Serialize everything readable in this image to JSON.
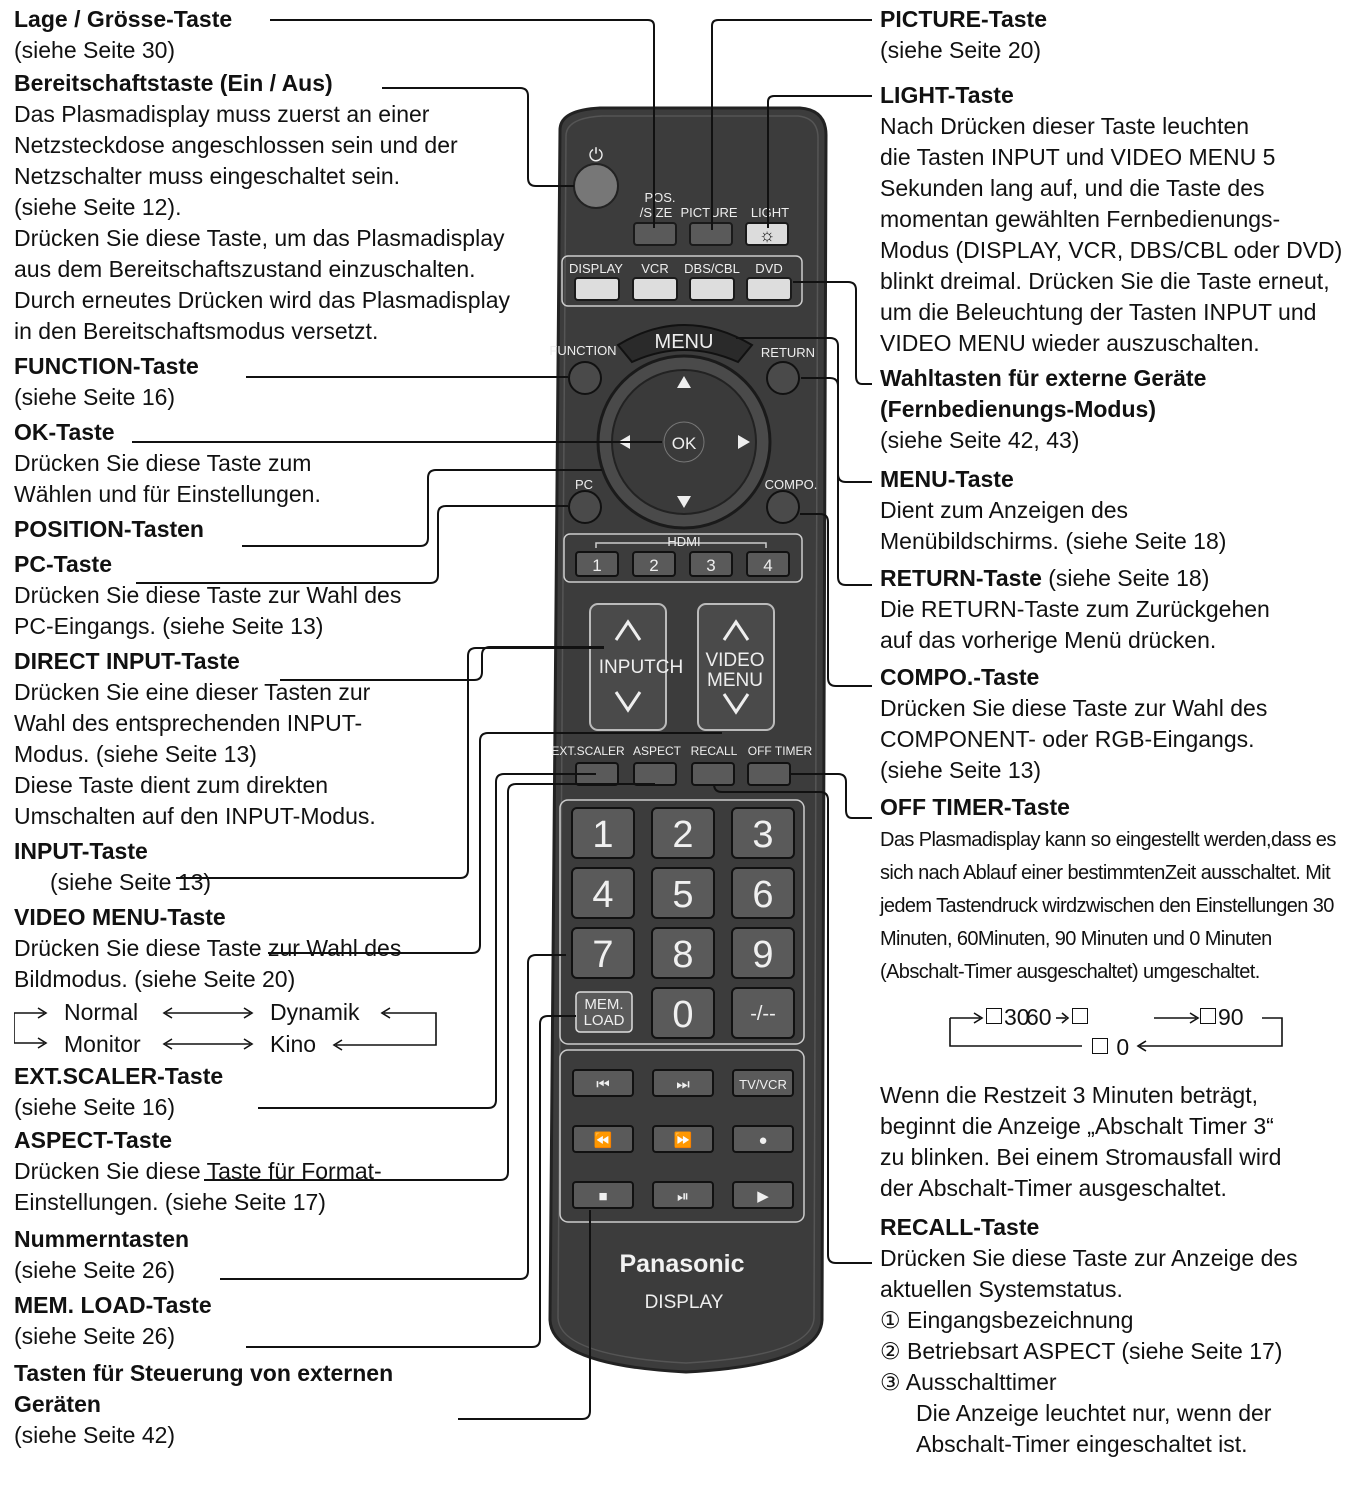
{
  "left_entries": [
    {
      "title": "Lage / Grösse-Taste",
      "lines": [
        "(siehe Seite 30)"
      ]
    },
    {
      "title": "Bereitschaftstaste (Ein / Aus)",
      "lines": [
        "Das Plasmadisplay muss zuerst an einer",
        "Netzsteckdose angeschlossen sein und der",
        "Netzschalter muss eingeschaltet sein.",
        "(siehe Seite 12).",
        "Drücken Sie diese Taste, um das Plasmadisplay",
        "aus dem Bereitschaftszustand einzuschalten.",
        "Durch erneutes Drücken wird das Plasmadisplay",
        "in den Bereitschaftsmodus versetzt."
      ]
    },
    {
      "title": "FUNCTION-Taste",
      "lines": [
        "(siehe Seite 16)"
      ]
    },
    {
      "title": "OK-Taste",
      "lines": [
        "Drücken Sie diese Taste zum",
        "Wählen und für Einstellungen."
      ]
    },
    {
      "title": "POSITION-Tasten",
      "lines": []
    },
    {
      "title": "PC-Taste",
      "lines": [
        "Drücken Sie diese Taste zur Wahl des",
        "PC-Eingangs.  (siehe Seite 13)"
      ]
    },
    {
      "title": "DIRECT INPUT-Taste",
      "lines": [
        "Drücken Sie eine dieser Tasten zur",
        "Wahl des entsprechenden INPUT-",
        "Modus. (siehe Seite 13)",
        "Diese Taste dient zum direkten",
        "Umschalten auf den INPUT-Modus."
      ]
    },
    {
      "title": "INPUT-Taste",
      "lines": [
        " (siehe Seite 13)"
      ]
    },
    {
      "title": "VIDEO MENU-Taste",
      "lines": [
        "Drücken Sie diese Taste zur Wahl des",
        "Bildmodus. (siehe Seite 20)"
      ]
    }
  ],
  "picture_modes": {
    "normal": "Normal",
    "dynamik": "Dynamik",
    "monitor": "Monitor",
    "kino": "Kino"
  },
  "left_entries_2": [
    {
      "title": "EXT.SCALER-Taste",
      "lines": [
        "(siehe Seite 16)"
      ]
    },
    {
      "title": "ASPECT-Taste",
      "lines": [
        "Drücken Sie diese Taste für Format-",
        "Einstellungen. (siehe Seite 17)"
      ]
    },
    {
      "title": "Nummerntasten",
      "lines": [
        "(siehe Seite 26)"
      ]
    },
    {
      "title": "MEM. LOAD-Taste",
      "lines": [
        "(siehe Seite 26)"
      ]
    },
    {
      "title": "Tasten für Steuerung von externen",
      "lines_bold": [
        "Geräten"
      ],
      "lines": [
        "(siehe Seite 42)"
      ]
    }
  ],
  "right_entries": [
    {
      "title": "PICTURE-Taste",
      "lines": [
        "(siehe Seite 20)"
      ]
    },
    {
      "title": "LIGHT-Taste",
      "condensed": false,
      "lines": [
        "Nach Drücken dieser Taste leuchten",
        "die Tasten INPUT und VIDEO MENU 5",
        "Sekunden lang auf, und die Taste des",
        "momentan gewählten Fernbedienungs-",
        "Modus (DISPLAY, VCR, DBS/CBL oder DVD)",
        "blinkt dreimal. Drücken Sie die Taste erneut,",
        "um die Beleuchtung der Tasten INPUT und",
        "VIDEO MENU wieder auszuschalten."
      ]
    },
    {
      "title": "Wahltasten für externe Geräte",
      "lines_bold": [
        "(Fernbedienungs-Modus)"
      ],
      "lines": [
        "(siehe Seite 42, 43)"
      ]
    },
    {
      "title": "MENU-Taste",
      "lines": [
        "Dient zum Anzeigen des",
        "Menübildschirms. (siehe Seite 18)"
      ]
    },
    {
      "title": "RETURN-Taste",
      "title_suffix": " (siehe Seite 18)",
      "lines": [
        "Die RETURN-Taste zum Zurückgehen",
        "auf das vorherige Menü drücken."
      ]
    },
    {
      "title": "COMPO.-Taste",
      "lines": [
        "Drücken Sie diese Taste zur Wahl des",
        "COMPONENT- oder RGB-Eingangs.",
        "(siehe Seite 13)"
      ]
    },
    {
      "title": "OFF TIMER-Taste",
      "lines": []
    }
  ],
  "off_timer_lines": [
    "Das Plasmadisplay kann so eingestellt werden,",
    "dass es sich nach Ablauf einer bestimmten",
    "Zeit ausschaltet. Mit jedem Tastendruck wird",
    "zwischen den Einstellungen 30 Minuten, 60",
    "Minuten, 90 Minuten und 0 Minuten (Abschalt-",
    "Timer ausgeschaltet) umgeschaltet."
  ],
  "timer_values": {
    "t30": "30",
    "t60": "60",
    "t90": "90",
    "t0": "0"
  },
  "right_entries_2": [
    {
      "title": "",
      "lines": [
        "Wenn die Restzeit 3 Minuten beträgt,",
        "beginnt die Anzeige „Abschalt Timer 3“",
        "zu blinken. Bei einem Stromausfall wird",
        "der Abschalt-Timer ausgeschaltet."
      ]
    },
    {
      "title": "RECALL-Taste",
      "lines": [
        "Drücken Sie diese Taste zur Anzeige des",
        "aktuellen Systemstatus.",
        "① Eingangsbezeichnung",
        "② Betriebsart ASPECT (siehe Seite 17)",
        "③  Ausschalttimer",
        "    Die Anzeige leuchtet nur, wenn der",
        "    Abschalt-Timer eingeschaltet ist."
      ]
    }
  ],
  "remote": {
    "power_symbol": "⏻",
    "pos_size_label_1": "POS.",
    "pos_size_label_2": "/SIZE",
    "picture_label": "PICTURE",
    "light_label": "LIGHT",
    "light_symbol": "☼",
    "mode_labels": [
      "DISPLAY",
      "VCR",
      "DBS/CBL",
      "DVD"
    ],
    "function_label": "FUNCTION",
    "menu_label": "MENU",
    "return_label": "RETURN",
    "ok_label": "OK",
    "pc_label": "PC",
    "compo_label": "COMPO.",
    "hdmi_label": "HDMI",
    "hdmi_buttons": [
      "1",
      "2",
      "3",
      "4"
    ],
    "input_label": "INPUTCH",
    "video_label_1": "VIDEO",
    "video_label_2": "MENU",
    "row_labels": [
      "EXT.SCALER",
      "ASPECT",
      "RECALL",
      "OFF TIMER"
    ],
    "numbers": [
      "1",
      "2",
      "3",
      "4",
      "5",
      "6",
      "7",
      "8",
      "9",
      "0",
      "-/--"
    ],
    "mem_label_1": "MEM.",
    "mem_label_2": "LOAD",
    "transport_symbols": [
      "⏮",
      "⏭",
      "TV/VCR",
      "⏪",
      "⏩",
      "●",
      "■",
      "⏯",
      "▶"
    ],
    "brand": "Panasonic",
    "brand_sub": "DISPLAY"
  }
}
